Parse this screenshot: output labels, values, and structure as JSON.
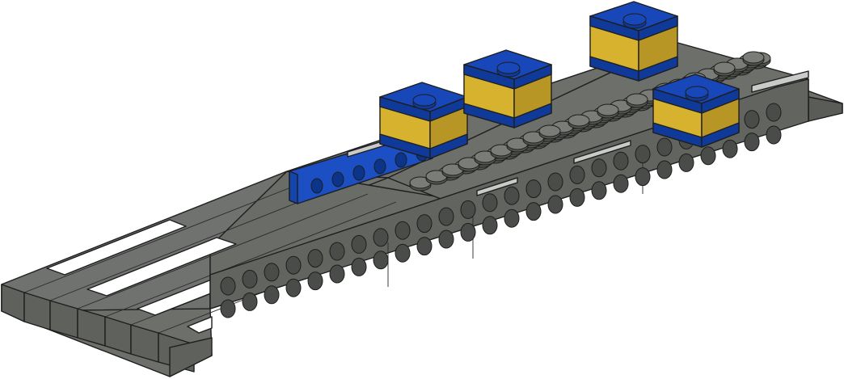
{
  "model": {
    "palette": {
      "gray_top": "#6d6f6b",
      "gray_side": "#5c5e5a",
      "gray_dark": "#4a4c49",
      "stud_top": "#7a7c78",
      "stud_side": "#555753",
      "blue_top": "#1747b8",
      "blue_side": "#0f3a9a",
      "yellow": "#d6b22e",
      "yellow_dark": "#b89626",
      "stripe": "#ffffff",
      "tile_light": "#c9cbc8"
    },
    "parts": {
      "baseplate": "gray-baseplate",
      "road_tiles": "dark-gray-road-tiles",
      "white_stripes": "white-lane-markings",
      "wall_bricks": "gray-technic-bricks",
      "blue_brick": "blue-technic-brick",
      "cubes": "blue-yellow-cubes",
      "stud_field": "gray-stud-field"
    },
    "cubes": [
      {
        "name": "cube-1",
        "front": "yellow",
        "top": "blue"
      },
      {
        "name": "cube-2",
        "front": "yellow",
        "top": "blue"
      },
      {
        "name": "cube-3",
        "front": "yellow",
        "top": "blue"
      },
      {
        "name": "cube-4",
        "front": "yellow",
        "top": "blue"
      }
    ]
  }
}
